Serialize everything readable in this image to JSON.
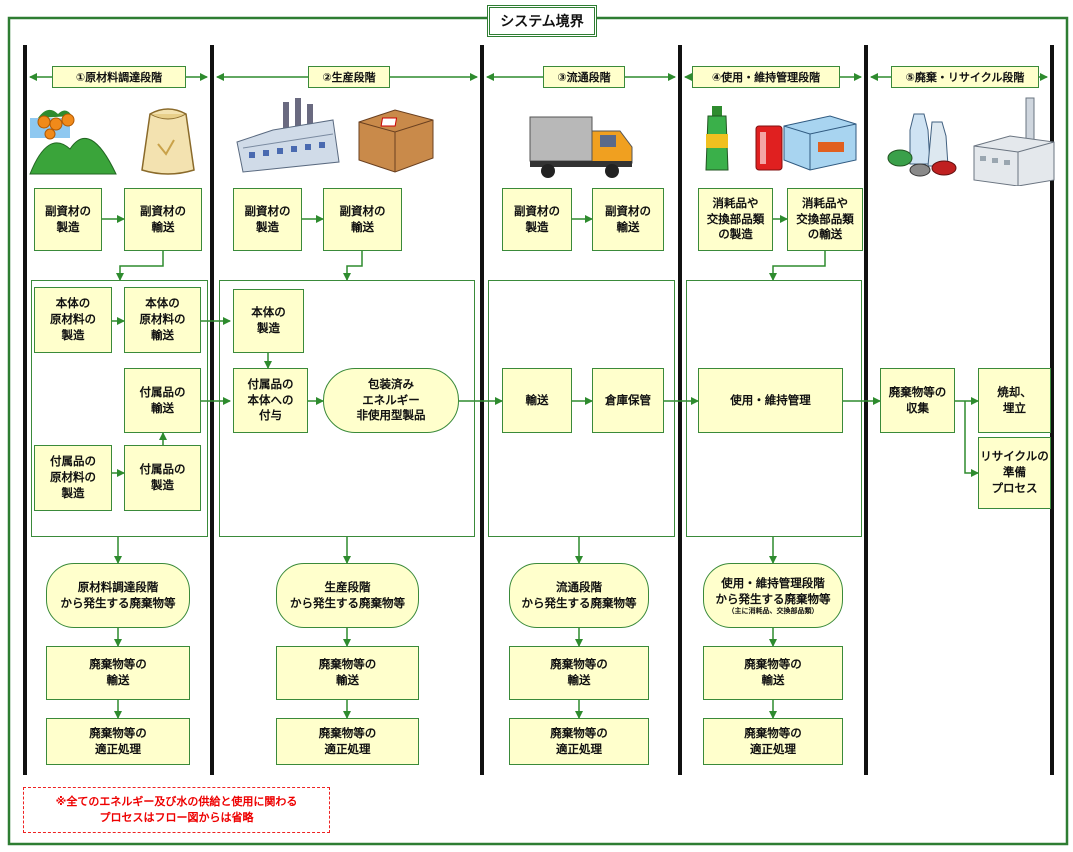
{
  "title": "システム境界",
  "stages": [
    "①原材料調達段階",
    "②生産段階",
    "③流通段階",
    "④使用・維持管理段階",
    "⑤廃棄・リサイクル段階"
  ],
  "boxes": {
    "s1_sub_make": "副資材の\n製造",
    "s1_sub_trans": "副資材の\n輸送",
    "s1_raw_make": "本体の\n原材料の\n製造",
    "s1_raw_trans": "本体の\n原材料の\n輸送",
    "s1_acc_trans": "付属品の\n輸送",
    "s1_acc_raw": "付属品の\n原材料の\n製造",
    "s1_acc_make": "付属品の\n製造",
    "s1_waste": "原材料調達段階\nから発生する廃棄物等",
    "s1_waste_trans": "廃棄物等の\n輸送",
    "s1_waste_treat": "廃棄物等の\n適正処理",
    "s2_sub_make": "副資材の\n製造",
    "s2_sub_trans": "副資材の\n輸送",
    "s2_body_make": "本体の\n製造",
    "s2_attach": "付属品の\n本体への\n付与",
    "s2_packaged": "包装済み\nエネルギー\n非使用型製品",
    "s2_waste": "生産段階\nから発生する廃棄物等",
    "s2_waste_trans": "廃棄物等の\n輸送",
    "s2_waste_treat": "廃棄物等の\n適正処理",
    "s3_sub_make": "副資材の\n製造",
    "s3_sub_trans": "副資材の\n輸送",
    "s3_transport": "輸送",
    "s3_storage": "倉庫保管",
    "s3_waste": "流通段階\nから発生する廃棄物等",
    "s3_waste_trans": "廃棄物等の\n輸送",
    "s3_waste_treat": "廃棄物等の\n適正処理",
    "s4_cons_make": "消耗品や\n交換部品類\nの製造",
    "s4_cons_trans": "消耗品や\n交換部品類\nの輸送",
    "s4_use": "使用・維持管理",
    "s4_waste": "使用・維持管理段階\nから発生する廃棄物等",
    "s4_waste_note": "（主に消耗品、交換部品類）",
    "s4_waste_trans": "廃棄物等の\n輸送",
    "s4_waste_treat": "廃棄物等の\n適正処理",
    "s5_collect": "廃棄物等の\n収集",
    "s5_incinerate": "焼却、\n埋立",
    "s5_recycle": "リサイクルの\n準備\nプロセス"
  },
  "note": {
    "line1": "※全てのエネルギー及び水の供給と使用に関わる",
    "line2": "プロセスはフロー図からは省略"
  },
  "icons": [
    "fruit-and-hills-icon",
    "flour-sack-icon",
    "factory-icon",
    "cardboard-box-icon",
    "delivery-truck-icon",
    "drink-bottles-and-can-icon",
    "cooler-box-icon",
    "waste-bottles-and-cans-icon",
    "incineration-plant-icon"
  ],
  "colors": {
    "border_green": "#2e7d32",
    "box_fill": "#ffffcc",
    "note_red": "#e00000"
  }
}
